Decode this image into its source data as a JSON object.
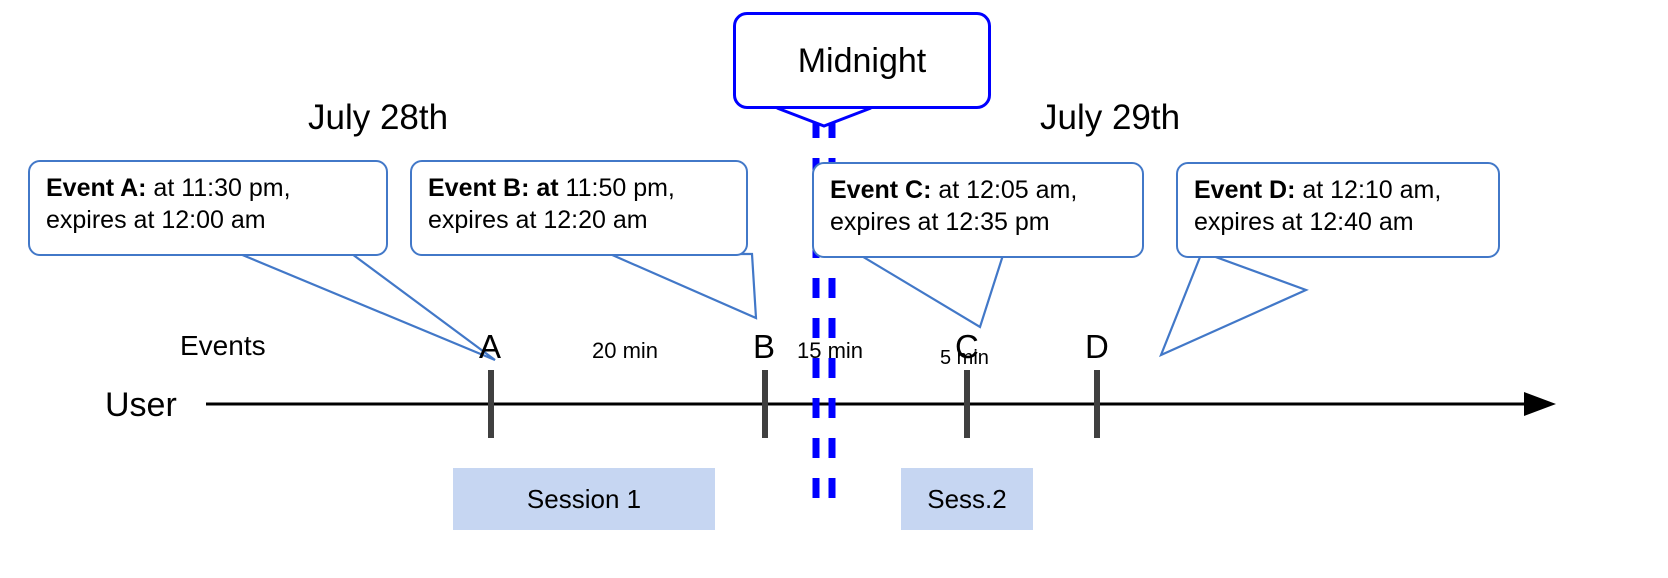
{
  "diagram": {
    "title_hidden": "",
    "colors": {
      "callout_border": "#4278c8",
      "midnight_border": "#0000ff",
      "session_fill": "#c6d6f2",
      "axis": "#000000",
      "tick": "#404040"
    },
    "dates": [
      {
        "label": "July 28th"
      },
      {
        "label": "July 29th"
      }
    ],
    "midnight": {
      "label": "Midnight"
    },
    "axis": {
      "row_label": "User",
      "events_label": "Events"
    },
    "callouts": [
      {
        "id": "event-a",
        "lead": "Event A:",
        "rest_line1": " at 11:30 pm,",
        "line2": "expires at 12:00 am"
      },
      {
        "id": "event-b",
        "lead": "Event B: at",
        "rest_line1": " 11:50 pm,",
        "line2": "expires at 12:20 am"
      },
      {
        "id": "event-c",
        "lead": "Event C:",
        "rest_line1": " at 12:05 am,",
        "line2": "expires at 12:35 pm"
      },
      {
        "id": "event-d",
        "lead": "Event D:",
        "rest_line1": "  at 12:10 am,",
        "line2": "expires at 12:40 am"
      }
    ],
    "ticks": [
      {
        "letter": "A"
      },
      {
        "letter": "B"
      },
      {
        "letter": "C"
      },
      {
        "letter": "D"
      }
    ],
    "gaps": [
      {
        "label": "20 min"
      },
      {
        "label": "15 min"
      },
      {
        "label": "5 min"
      }
    ],
    "sessions": [
      {
        "label": "Session 1"
      },
      {
        "label": "Sess.2"
      }
    ]
  }
}
